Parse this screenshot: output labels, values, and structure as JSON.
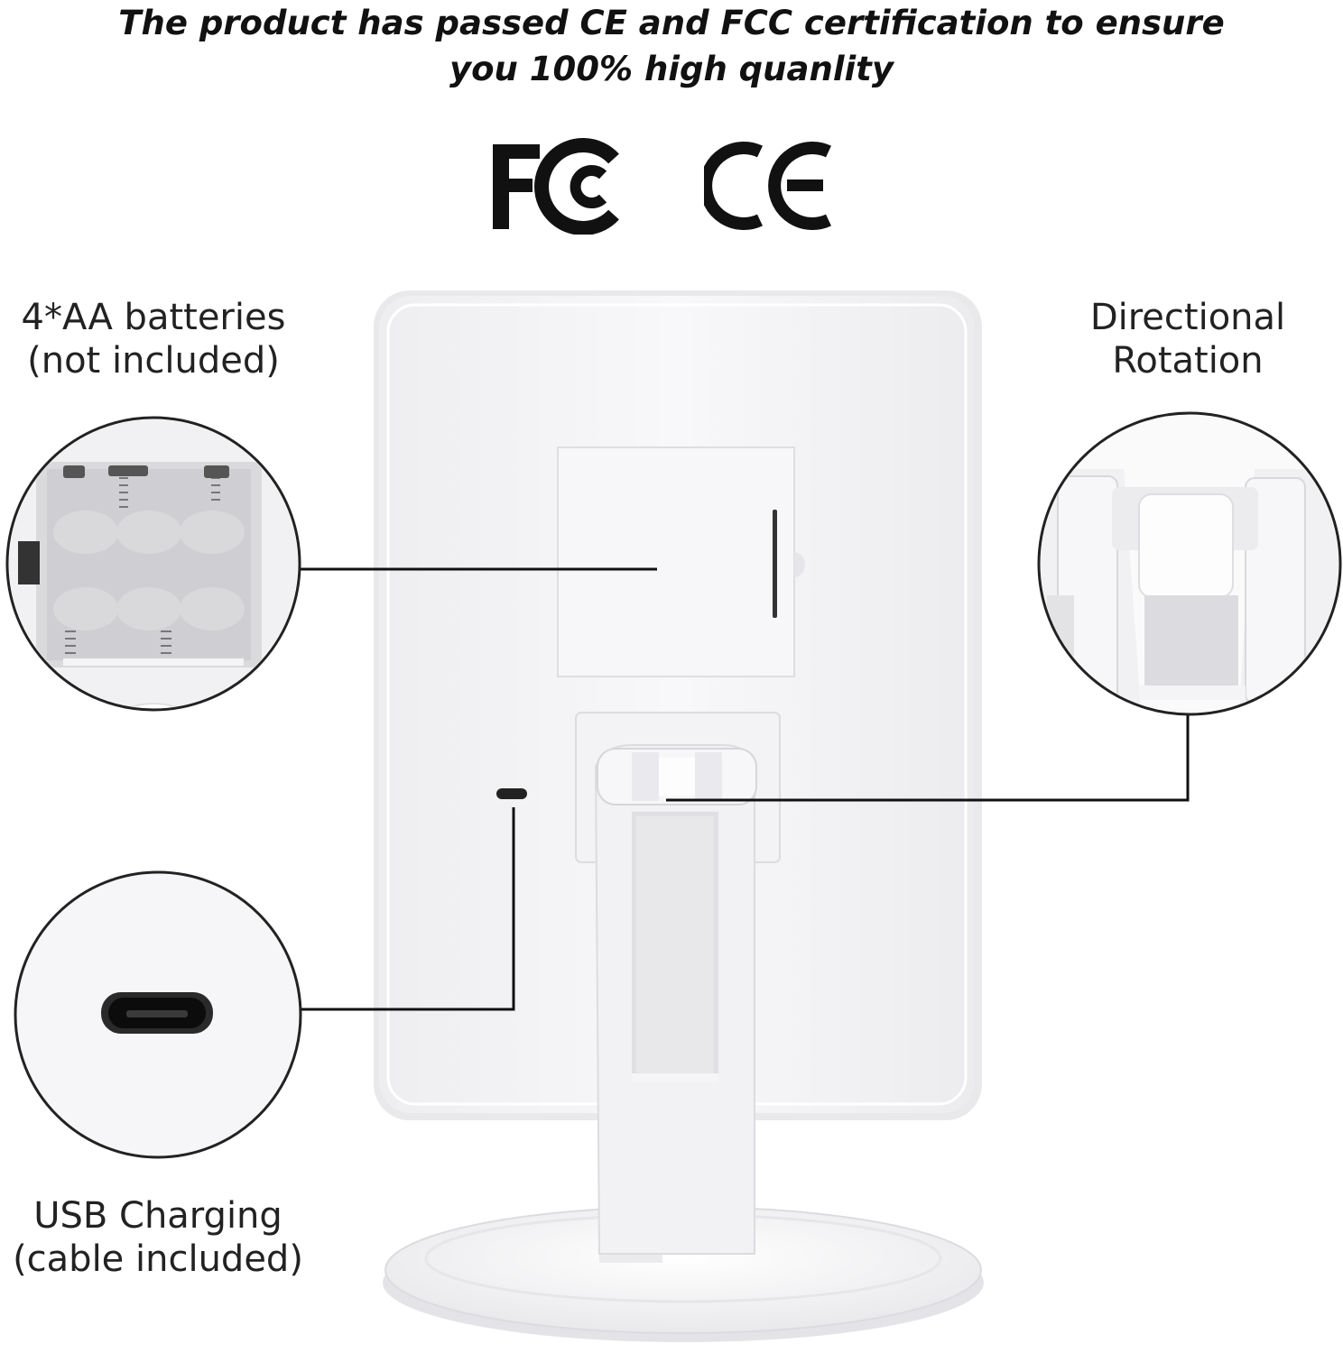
{
  "headline": {
    "line1": "The product has passed CE and FCC certification to ensure",
    "line2": "you 100% high quanlity"
  },
  "logos": [
    {
      "name": "fcc",
      "text": "FC",
      "icon": "fcc-logo"
    },
    {
      "name": "ce",
      "text": "CE",
      "icon": "ce-logo"
    }
  ],
  "callouts": {
    "batteries": {
      "line1": "4*AA batteries",
      "line2": "(not included)",
      "icon": "battery-compartment-icon"
    },
    "rotation": {
      "line1": "Directional",
      "line2": "Rotation",
      "icon": "hinge-icon"
    },
    "usb": {
      "line1": "USB Charging",
      "line2": "(cable included)",
      "icon": "micro-usb-port-icon"
    }
  },
  "colors": {
    "line": "#111111",
    "product": "#f4f4f6",
    "shadow": "#d8d8dc",
    "text": "#111111"
  }
}
